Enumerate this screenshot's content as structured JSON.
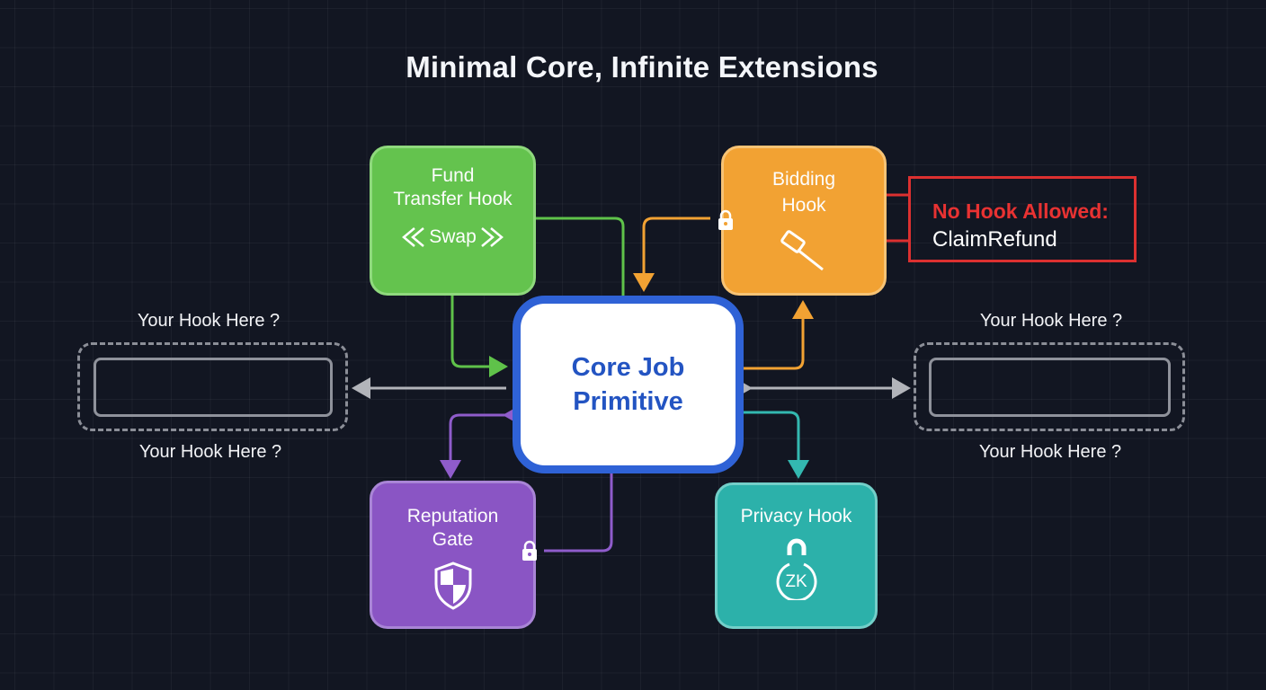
{
  "title": "Minimal Core, Infinite Extensions",
  "core": {
    "line1": "Core Job",
    "line2": "Primitive",
    "border_color": "#2f62d6",
    "text_color": "#2354c2"
  },
  "hooks": {
    "fund_transfer": {
      "line1": "Fund",
      "line2": "Transfer Hook",
      "icon_text": "Swap",
      "icon": "swap-arrows-icon",
      "color": "#64c34e"
    },
    "bidding": {
      "line1": "Bidding",
      "line2": "Hook",
      "icon": "gavel-icon",
      "lock_icon": "lock-icon",
      "color": "#f2a233"
    },
    "reputation": {
      "line1": "Reputation",
      "line2": "Gate",
      "icon": "shield-icon",
      "lock_icon": "lock-icon",
      "color": "#8a55c4"
    },
    "privacy": {
      "line1": "Privacy Hook",
      "icon": "zk-lock-icon",
      "icon_text": "ZK",
      "color": "#2cb1aa"
    }
  },
  "restriction": {
    "heading": "No Hook Allowed:",
    "function": "ClaimRefund",
    "color": "#dc3030"
  },
  "placeholders": {
    "left": {
      "top_label": "Your Hook Here ?",
      "bottom_label": "Your Hook Here ?"
    },
    "right": {
      "top_label": "Your Hook Here ?",
      "bottom_label": "Your Hook Here ?"
    }
  }
}
